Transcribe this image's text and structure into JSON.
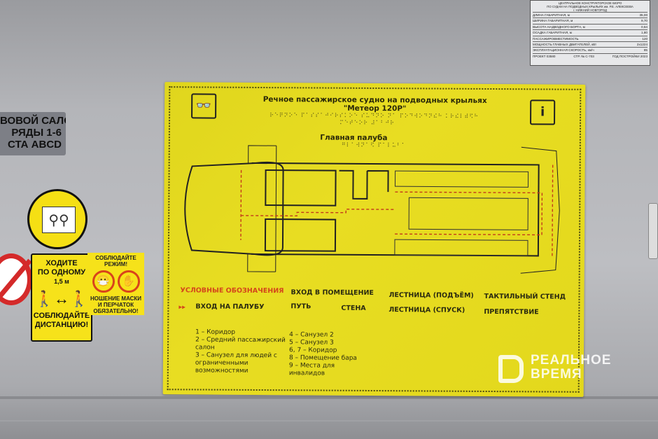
{
  "spec_plate": {
    "header": [
      "ЦЕНТРАЛЬНОЕ КОНСТРУКТОРСКОЕ БЮРО",
      "ПО СУДАМ НА ПОДВОДНЫХ КРЫЛЬЯХ им. Р.Е. АЛЕКСЕЕВА",
      "г. НИЖНИЙ НОВГОРОД"
    ],
    "rows": [
      {
        "label": "ДЛИНА ГАБАРИТНАЯ, м",
        "value": "35,00"
      },
      {
        "label": "ШИРИНА ГАБАРИТНАЯ, м",
        "value": "9,70"
      },
      {
        "label": "ВЫСОТА НАДВОДНОГО БОРТА, м",
        "value": "0,64"
      },
      {
        "label": "ОСАДКА ГАБАРИТНАЯ, м",
        "value": "1,80"
      },
      {
        "label": "ПАССАЖИРОВМЕСТИМОСТЬ",
        "value": "120"
      },
      {
        "label": "МОЩНОСТЬ ГЛАВНЫХ ДВИГАТЕЛЕЙ, кВт",
        "value": "2х1224"
      },
      {
        "label": "ЭКСПЛУАТАЦИОННАЯ СКОРОСТЬ, км/ч",
        "value": "85"
      }
    ],
    "footer": [
      "ПРОЕКТ 03580",
      "СТР. № С-703",
      "ГОД ПОСТРОЙКИ 2023"
    ]
  },
  "salon_sign": [
    "ВОВОЙ САЛОН",
    "РЯДЫ 1-6",
    "СТА ABCD"
  ],
  "walk_sign": {
    "line1": "ХОДИТЕ",
    "line2": "ПО ОДНОМУ",
    "distance": "1,5 м",
    "line3": "СОБЛЮДАЙТЕ",
    "line4": "ДИСТАНЦИЮ!"
  },
  "mode_sign": {
    "title1": "СОБЛЮДАЙТЕ",
    "title2": "РЕЖИМ!",
    "text1": "НОШЕНИЕ МАСКИ",
    "text2": "И ПЕРЧАТОК",
    "text3": "ОБЯЗАТЕЛЬНО!"
  },
  "plate": {
    "title": "Речное пассажирское судно на подводных крыльях",
    "subtitle": "\"Метеор 120Р\"",
    "deck": "Главная палуба",
    "braille_title": "⠗⠑⠟⠝⠕⠑ ⠏⠁⠎⠎⠁⠚⠊⠗⠎⠅⠕⠑ ⠎⠥⠙⠝⠕ ⠝⠁ ⠏⠕⠙⠺⠕⠙⠝⠮⠓ ⠅⠗⠮⠇⠾⠫⠓",
    "braille_sub": "⠍⠑⠞⠑⠕⠗ ⠼⠁⠃⠚⠗",
    "braille_deck": "⠛⠇⠁⠺⠝⠁⠫ ⠏⠁⠇⠥⠃⠁",
    "legend": {
      "title": "УСЛОВНЫЕ ОБОЗНАЧЕНИЯ",
      "entrance_room": "ВХОД В ПОМЕЩЕНИЕ",
      "stairs_up": "ЛЕСТНИЦА (ПОДЪЁМ)",
      "tactile_stand": "ТАКТИЛЬНЫЙ СТЕНД",
      "entrance_deck": "ВХОД НА ПАЛУБУ",
      "path": "ПУТЬ",
      "wall": "СТЕНА",
      "stairs_down": "ЛЕСТНИЦА (СПУСК)",
      "obstacle": "ПРЕПЯТСТВИЕ"
    },
    "numbered_col1": "1 – Коридор\n2 – Средний пассажирский салон\n3 – Санузел для людей с ограниченными возможностями",
    "numbered_col2": "4 – Санузел 2\n5 – Санузел 3\n6, 7 – Коридор\n8 – Помещение бара\n9 – Места для инвалидов"
  },
  "watermark": {
    "line1": "РЕАЛЬНОЕ",
    "line2": "ВРЕМЯ"
  }
}
